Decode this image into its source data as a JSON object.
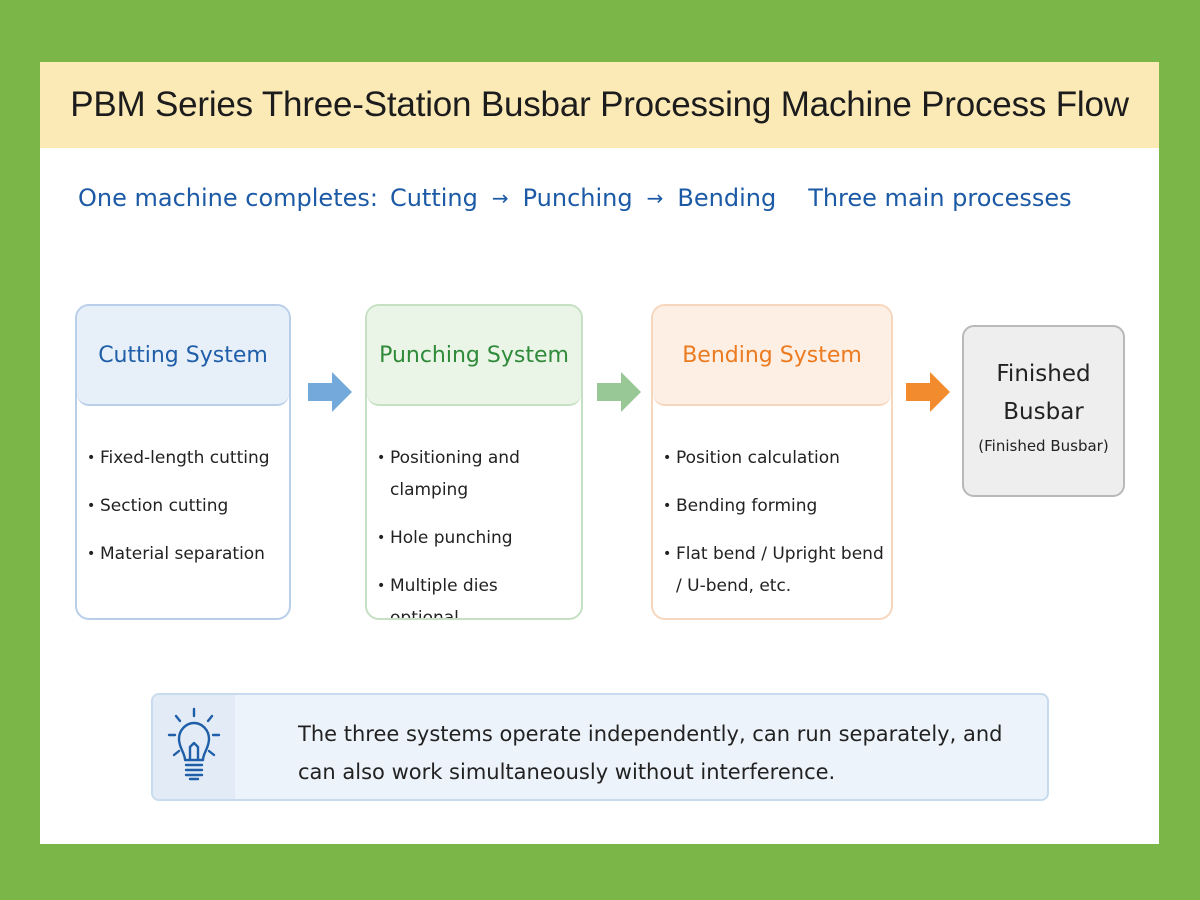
{
  "title": "PBM Series Three-Station Busbar Processing Machine Process Flow",
  "subtitle": {
    "lead": "One machine completes:",
    "steps": [
      "Cutting",
      "Punching",
      "Bending"
    ],
    "arrow": "→",
    "tail": "Three main processes"
  },
  "systems": [
    {
      "name": "Cutting System",
      "color": "#1f5ea8",
      "items": [
        "Fixed-length cutting",
        "Section cutting",
        "Material separation"
      ]
    },
    {
      "name": "Punching System",
      "color": "#2f8a3a",
      "items": [
        "Positioning and clamping",
        "Hole punching",
        "Multiple dies optional"
      ]
    },
    {
      "name": "Bending System",
      "color": "#ec7a1f",
      "items": [
        "Position calculation",
        "Bending forming",
        "Flat bend / Upright bend / U-bend, etc."
      ]
    }
  ],
  "finished": {
    "title": "Finished Busbar",
    "subtitle": "(Finished Busbar)"
  },
  "note": {
    "text": "The three systems operate independently, can run separately, and can also work simultaneously without interference.",
    "icon": "lightbulb-icon"
  },
  "colors": {
    "background": "#7ab648",
    "title_band": "#fbe9b6",
    "accent_blue": "#1c5aa6",
    "arrow_blue": "#5b9bd5",
    "arrow_green": "#8cc289",
    "arrow_orange": "#f28a2e"
  }
}
